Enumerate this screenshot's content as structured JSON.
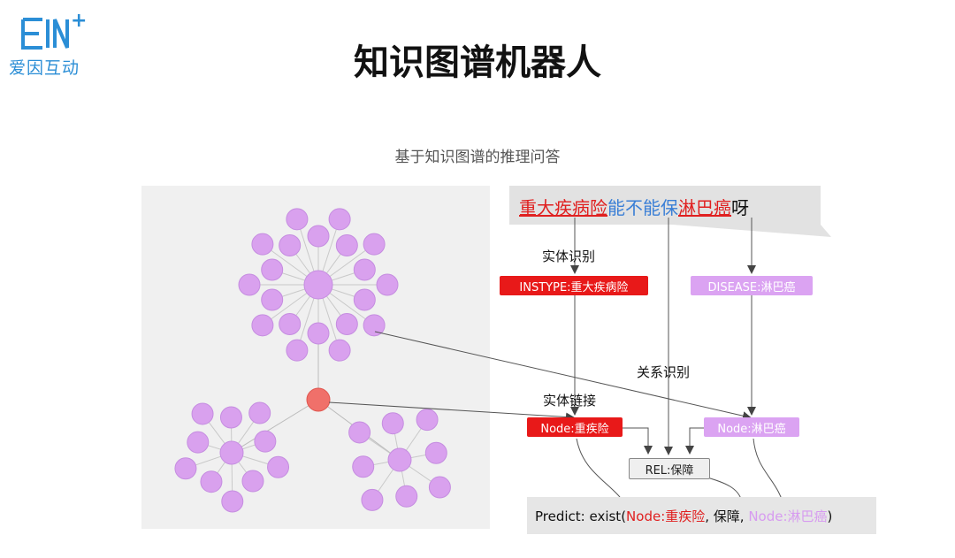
{
  "logo": {
    "mark": "EIN",
    "plus": "+",
    "name": "爱因互动"
  },
  "title": "知识图谱机器人",
  "subtitle": "基于知识图谱的推理问答",
  "question": {
    "entity1": "重大疾病险",
    "middle": "能不能保",
    "entity2": "淋巴癌",
    "tail": "呀"
  },
  "labels": {
    "entity_recognition": "实体识别",
    "relation_recognition": "关系识别",
    "entity_linking": "实体链接"
  },
  "boxes": {
    "instype": "INSTYPE:重大疾病险",
    "disease": "DISEASE:淋巴癌",
    "node1": "Node:重疾险",
    "node2": "Node:淋巴癌",
    "rel": "REL:保障"
  },
  "predict": {
    "prefix": "Predict: exist(",
    "node1": "Node:重疾险",
    "sep1": ", 保障, ",
    "node2": "Node:淋巴癌",
    "suffix": ")"
  },
  "colors": {
    "red": "#e02020",
    "purple": "#d79bf0",
    "blue": "#3a7fd6",
    "node": "#d9a1ee",
    "center": "#f0706a"
  }
}
